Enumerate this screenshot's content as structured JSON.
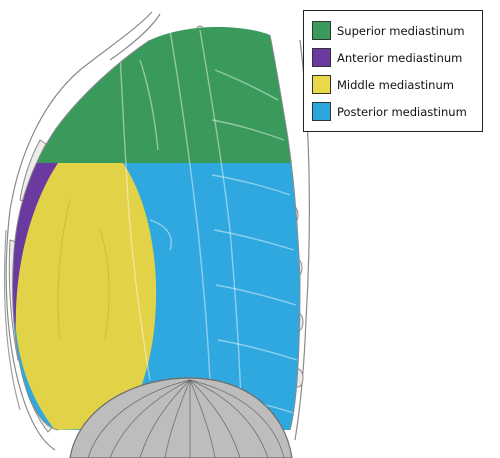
{
  "legend": {
    "items": [
      {
        "label": "Superior mediastinum",
        "color": "#3a9a5c"
      },
      {
        "label": "Anterior mediastinum",
        "color": "#6a3aa0"
      },
      {
        "label": "Middle mediastinum",
        "color": "#e8d84a"
      },
      {
        "label": "Posterior mediastinum",
        "color": "#2aa6dc"
      }
    ]
  },
  "colors": {
    "superior": "#3a9a5c",
    "anterior": "#6a3aa0",
    "middle": "#e2d247",
    "posterior": "#2ea8de",
    "bone": "#d9d9d6",
    "outline": "#777777",
    "diaphragm": "#9a9a9a"
  }
}
